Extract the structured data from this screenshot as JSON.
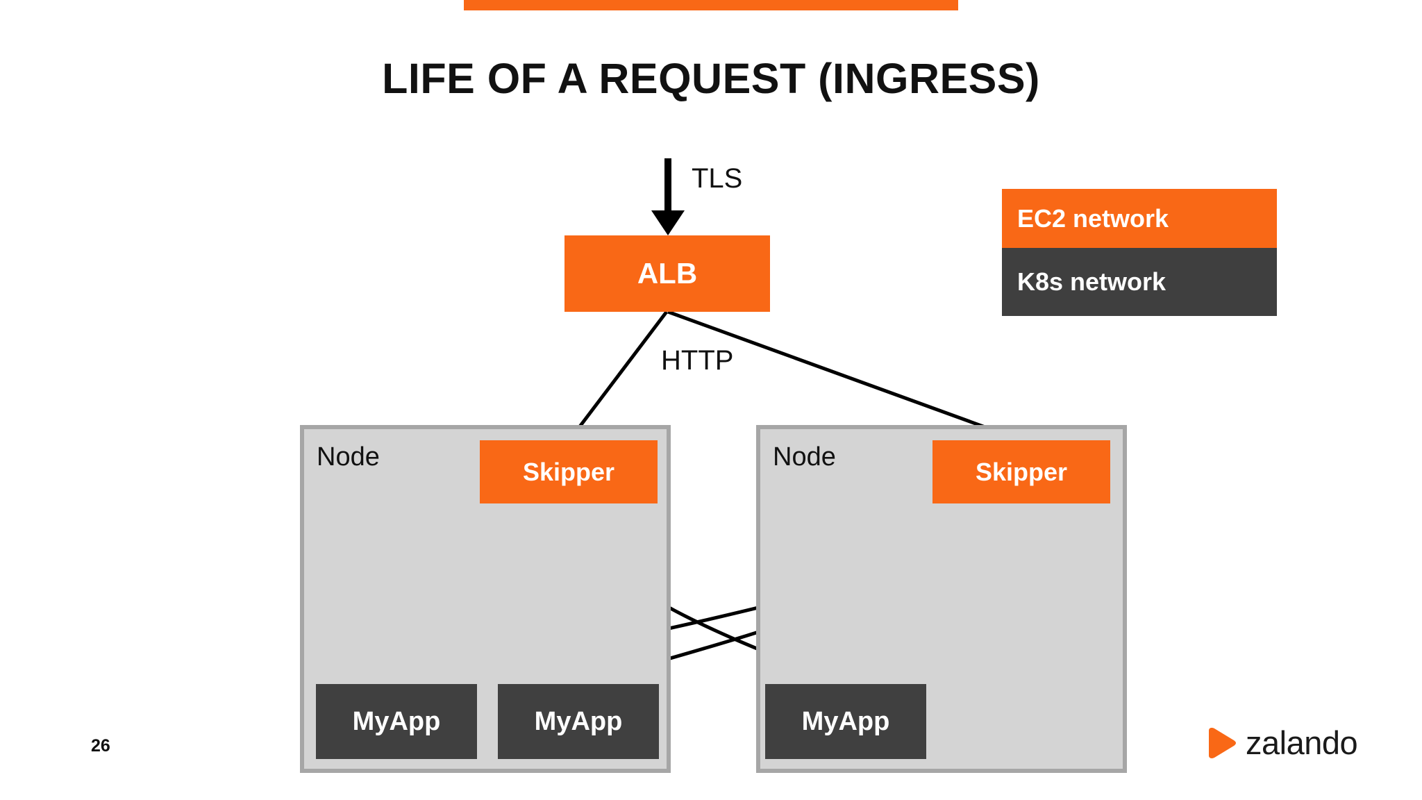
{
  "slide": {
    "title": "LIFE OF A REQUEST (INGRESS)",
    "page_number": "26",
    "accent_color": "#F96816",
    "dark_color": "#404040",
    "node_fill_color": "#D4D4D4",
    "node_border_color": "#A6A6A6"
  },
  "legend": {
    "ec2_label": "EC2 network",
    "k8s_label": "K8s network"
  },
  "edges": {
    "tls_label": "TLS",
    "http_label": "HTTP"
  },
  "diagram": {
    "alb_label": "ALB",
    "nodes": [
      {
        "label": "Node",
        "skipper_label": "Skipper",
        "apps": [
          {
            "label": "MyApp"
          },
          {
            "label": "MyApp"
          }
        ]
      },
      {
        "label": "Node",
        "skipper_label": "Skipper",
        "apps": [
          {
            "label": "MyApp"
          }
        ]
      }
    ]
  },
  "logo": {
    "wordmark": "zalando",
    "mark_name": "zalando-play-triangle",
    "mark_color": "#F96816"
  }
}
